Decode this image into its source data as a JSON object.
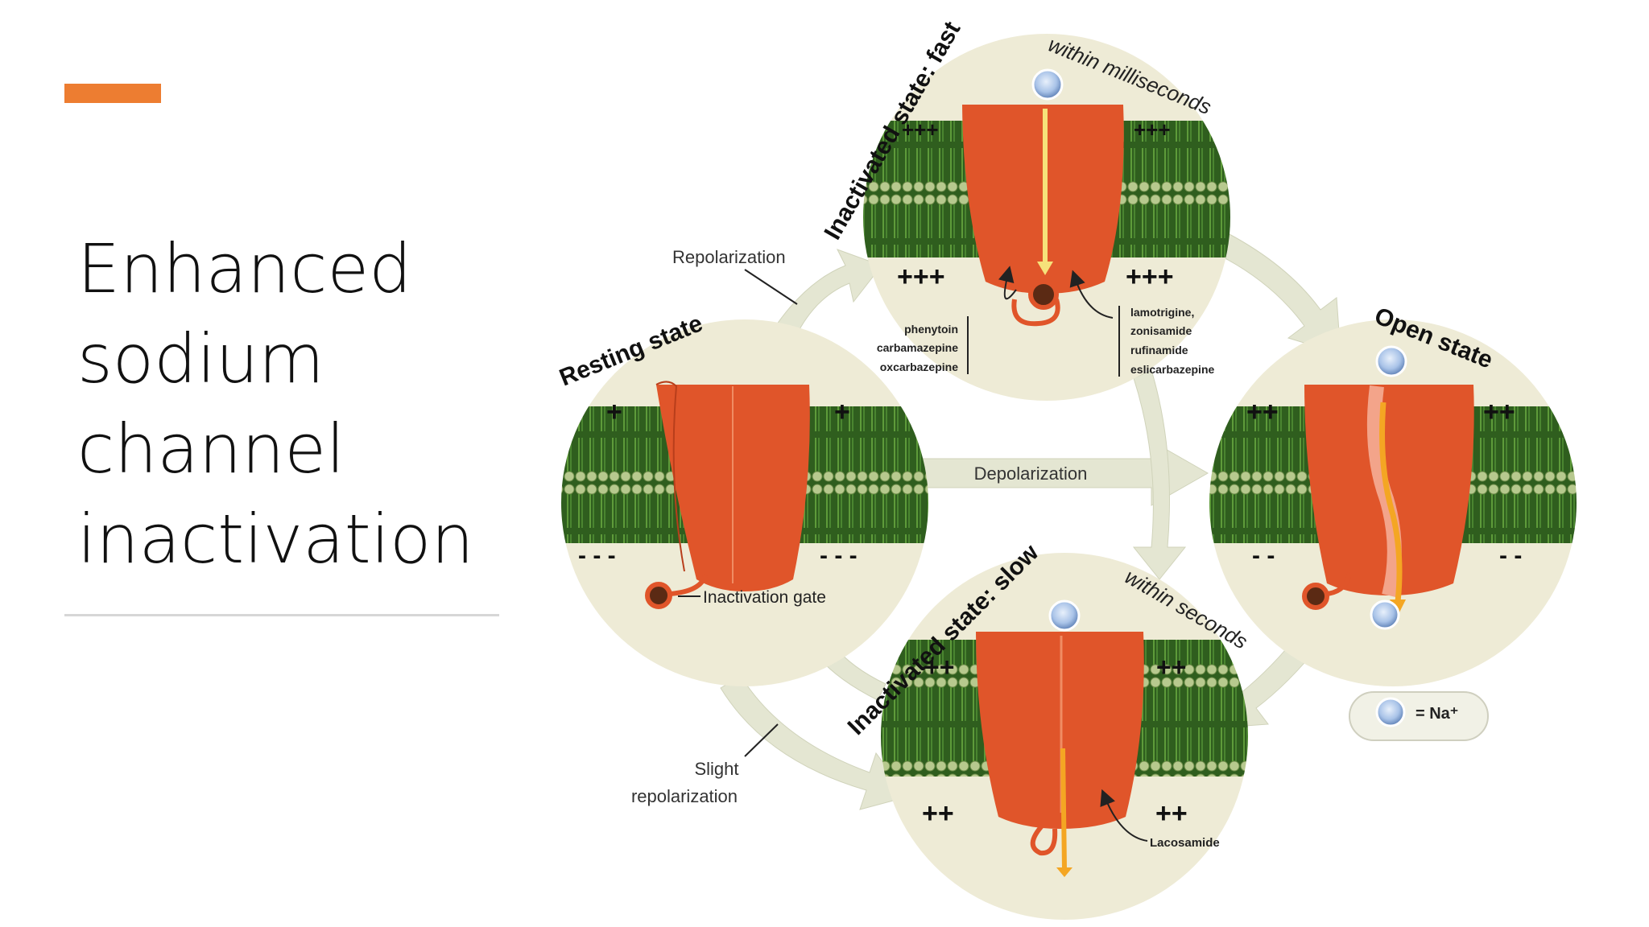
{
  "slide": {
    "title_lines": [
      "Enhanced",
      "sodium",
      "channel",
      "inactivation"
    ],
    "accent_color": "#ED7D31"
  },
  "diagram": {
    "states": {
      "resting": "Resting state",
      "inactivated_fast": "Inactivated state: fast",
      "inactivated_fast_time": "within milliseconds",
      "open": "Open state",
      "inactivated_slow": "Inactivated state: slow",
      "inactivated_slow_time": "within seconds"
    },
    "transitions": {
      "repolarization": "Repolarization",
      "depolarization": "Depolarization",
      "slight_repolarization_line1": "Slight",
      "slight_repolarization_line2": "repolarization"
    },
    "labels": {
      "inactivation_gate": "Inactivation gate",
      "legend_na": "= Na⁺"
    },
    "charges": {
      "resting_top": "+",
      "resting_bottom": "- - -",
      "fast_top": "+++",
      "fast_lower": "+++",
      "open_top": "++",
      "open_bottom": "- -",
      "slow_top": "++",
      "slow_lower": "++"
    },
    "drugs_fast_left": [
      "phenytoin",
      "carbamazepine",
      "oxcarbazepine"
    ],
    "drugs_fast_right": [
      "lamotrigine,",
      "zonisamide",
      "rufinamide",
      "eslicarbazepine"
    ],
    "drugs_slow": [
      "Lacosamide"
    ]
  },
  "colors": {
    "channel": "#E0552A",
    "channel_dark": "#B83E1B",
    "membrane": "#3E7A2A",
    "membrane_light": "#8DB06A",
    "circle_bg": "#EEEBD6",
    "arrow": "#E4E6D2",
    "ion": "#A9C3E8",
    "pore_flow": "#F4A623"
  }
}
